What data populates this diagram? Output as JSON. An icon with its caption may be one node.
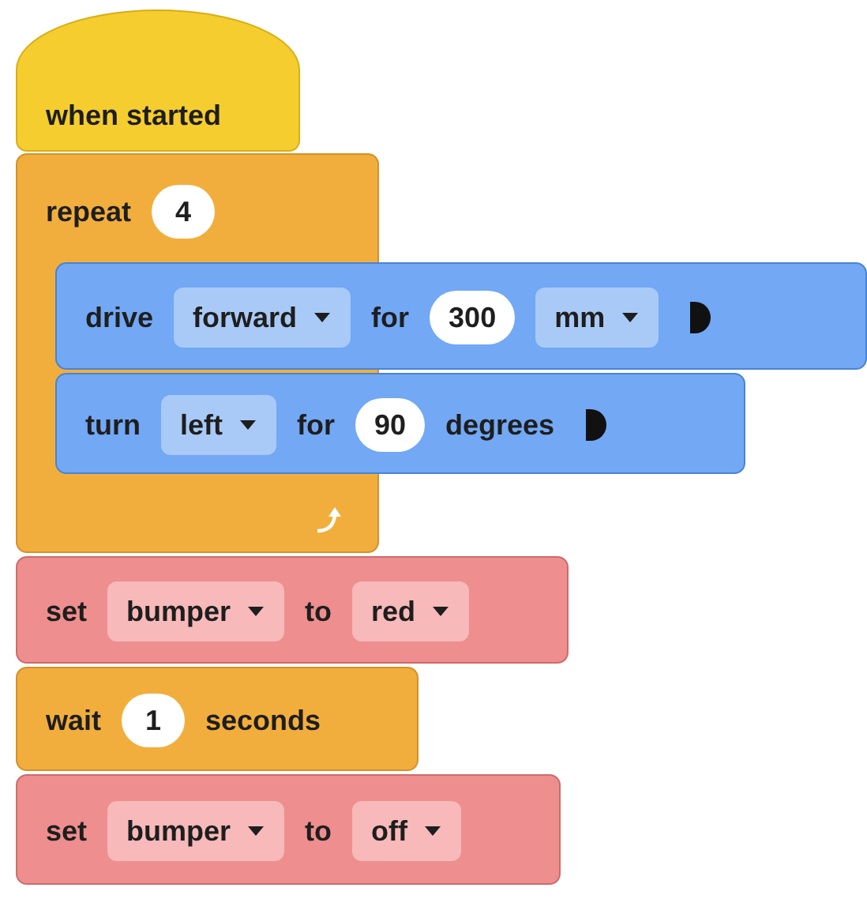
{
  "diagram": {
    "nodes": [
      {
        "text": [
          "when started"
        ]
      },
      {
        "text": [
          "repeat",
          "4"
        ]
      },
      {
        "text": [
          "drive",
          "forward",
          "for",
          "300",
          "mm"
        ]
      },
      {
        "text": [
          "turn",
          "left",
          "for",
          "90",
          "degrees"
        ]
      },
      {
        "text": [
          "set",
          "bumper",
          "to",
          "red"
        ]
      },
      {
        "text": [
          "wait",
          "1",
          "seconds"
        ]
      },
      {
        "text": [
          "set",
          "bumper",
          "to",
          "off"
        ]
      }
    ]
  }
}
